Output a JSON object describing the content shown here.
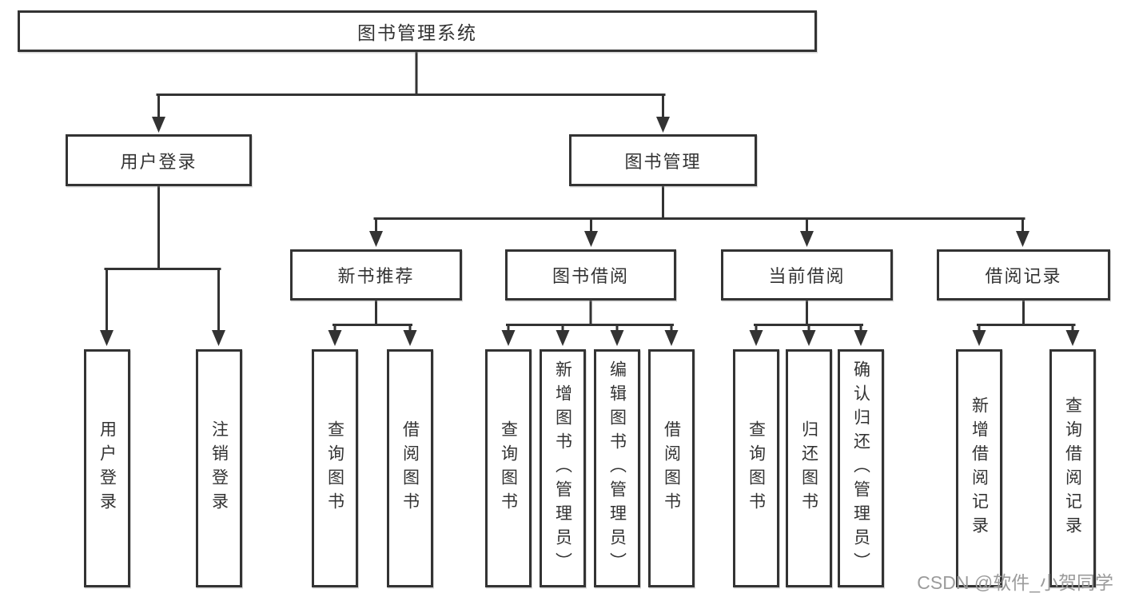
{
  "tree": {
    "label": "图书管理系统",
    "children": [
      {
        "label": "用户登录",
        "children": [
          {
            "label": "用户登录"
          },
          {
            "label": "注销登录"
          }
        ]
      },
      {
        "label": "图书管理",
        "children": [
          {
            "label": "新书推荐",
            "children": [
              {
                "label": "查询图书"
              },
              {
                "label": "借阅图书"
              }
            ]
          },
          {
            "label": "图书借阅",
            "children": [
              {
                "label": "查询图书"
              },
              {
                "label": "新增图书（管理员）"
              },
              {
                "label": "编辑图书（管理员）"
              },
              {
                "label": "借阅图书"
              }
            ]
          },
          {
            "label": "当前借阅",
            "children": [
              {
                "label": "查询图书"
              },
              {
                "label": "归还图书"
              },
              {
                "label": "确认归还（管理员）"
              }
            ]
          },
          {
            "label": "借阅记录",
            "children": [
              {
                "label": "新增借阅记录"
              },
              {
                "label": "查询借阅记录"
              }
            ]
          }
        ]
      }
    ]
  },
  "watermark": {
    "text": "CSDN @软件_小贺同学"
  },
  "colors": {
    "line": "#333333",
    "box_border": "#333333",
    "text": "#333333",
    "box_background": "#ffffff",
    "page_background": "#ffffff",
    "watermark": "#9b9b9b"
  }
}
